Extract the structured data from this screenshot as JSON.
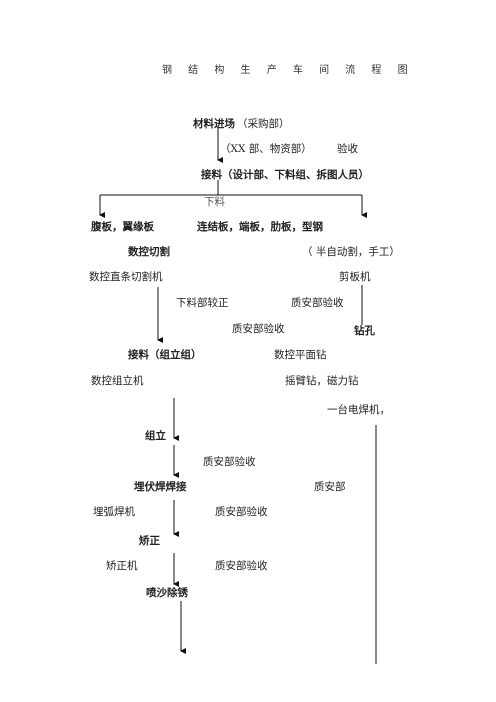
{
  "title": "钢 结 构 生 产 车 间 流 程 图",
  "nodes": {
    "materials_in": "材料进场",
    "procurement": "（采购部）",
    "xx_dept": "（XX 部、物资部）",
    "inspect_1": "验收",
    "receive": "接料（设计部、下料组、拆图人员）",
    "cut_down": "下料",
    "web_flange": "腹板，翼缘板",
    "conn_plates": "连结板，端板，肋板，型钢",
    "cnc_cut": "数控切割",
    "semi_auto": "（  半自动割，手工）",
    "cnc_straight": "数控直条切割机",
    "shear": "剪板机",
    "cut_correction": "下料部较正",
    "qa_inspect_a": "质安部验收",
    "qa_inspect_b": "质安部验收",
    "drilling": "钻孔",
    "receive_assembly": "接料（组立组）",
    "cnc_plane_drill": "数控平面钻",
    "cnc_assembly": "数控组立机",
    "radial_drill": "摇臂钻，磁力钻",
    "welder": "一台电焊机，",
    "assembly": "组立",
    "qa_inspect_c": "质安部验收",
    "saw_welding": "埋伏焊焊接",
    "qa_dept": "质安部",
    "saw_machine": "埋弧焊机",
    "qa_inspect_d": "质安部验收",
    "straighten": "矫正",
    "straightener": "矫正机",
    "qa_inspect_e": "质安部验收",
    "sandblast": "喷沙除锈"
  }
}
